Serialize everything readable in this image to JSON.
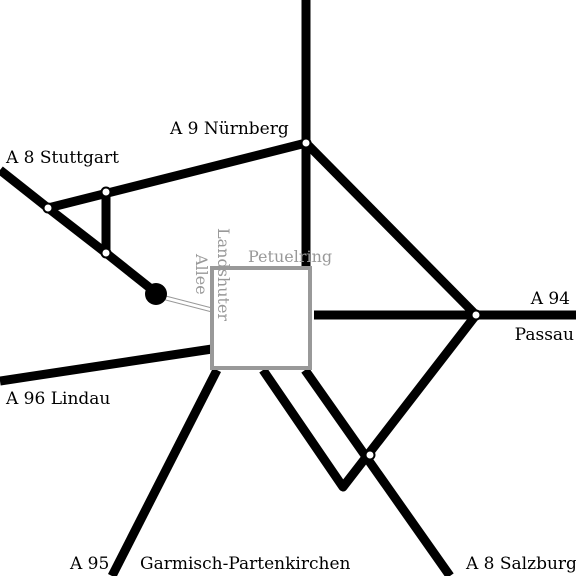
{
  "labels": {
    "a9": "A 9 Nürnberg",
    "a8_stuttgart": "A 8 Stuttgart",
    "a94": "A 94",
    "passau": "Passau",
    "a96": "A 96 Lindau",
    "a95": "A 95",
    "garmisch": "Garmisch-Partenkirchen",
    "a8_salzburg": "A 8 Salzburg",
    "petuelring": "Petuelring",
    "landshuter": "Landshuter",
    "allee": "Allee"
  },
  "colors": {
    "road": "#000000",
    "ring": "#999999",
    "background": "#ffffff"
  }
}
